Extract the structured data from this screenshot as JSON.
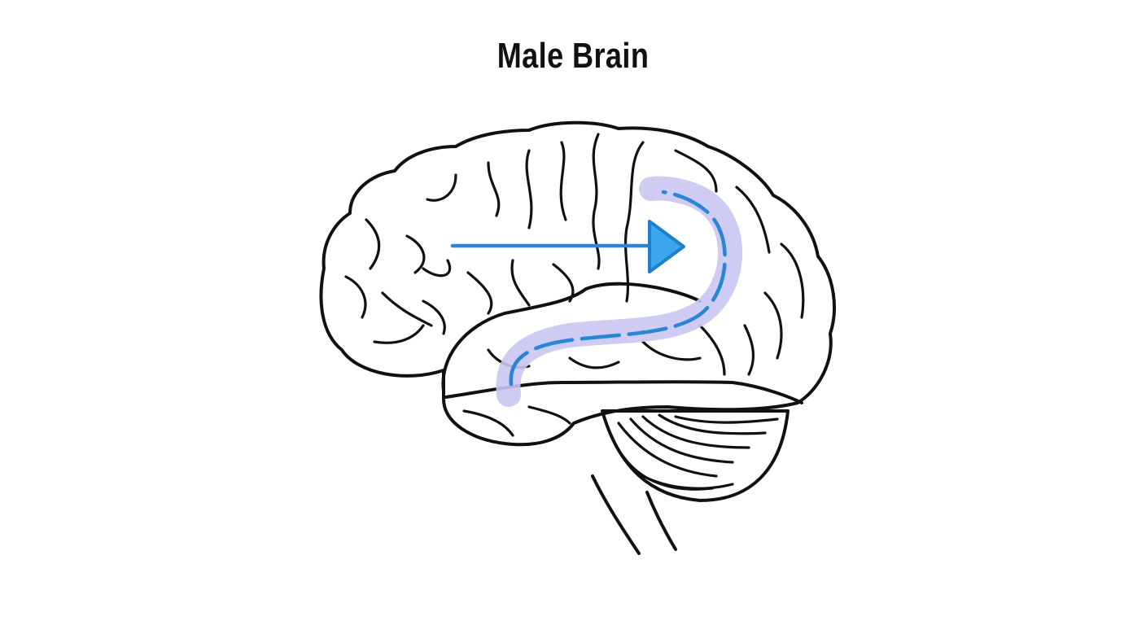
{
  "title": "Male Brain",
  "colors": {
    "arrow": "#2a86d4",
    "pathway_glow": "#c9c6f2",
    "outline": "#111111"
  },
  "icons": [
    "brain-illustration",
    "arrow-right-icon",
    "curved-pathway"
  ]
}
